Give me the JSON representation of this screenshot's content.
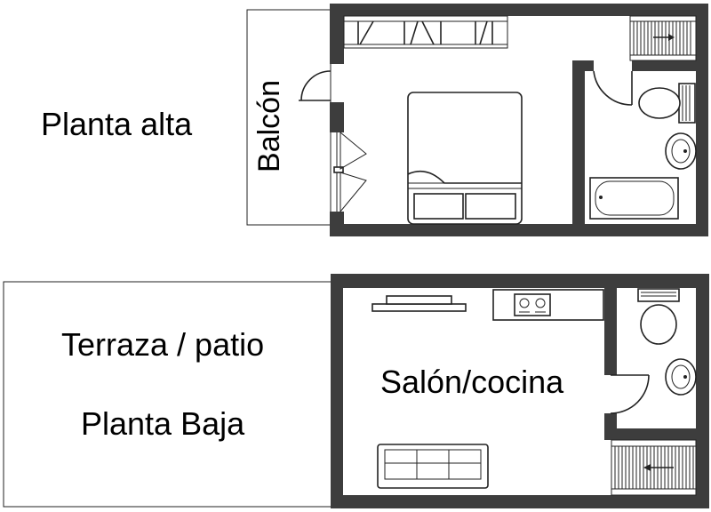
{
  "upper_floor": {
    "title": "Planta alta",
    "balcony_label": "Balcón"
  },
  "lower_floor": {
    "terrace_label": "Terraza / patio",
    "title": "Planta Baja",
    "living_kitchen_label": "Salón/cocina"
  },
  "colors": {
    "wall": "#3d3d3d",
    "line": "#222222",
    "background": "#ffffff"
  }
}
